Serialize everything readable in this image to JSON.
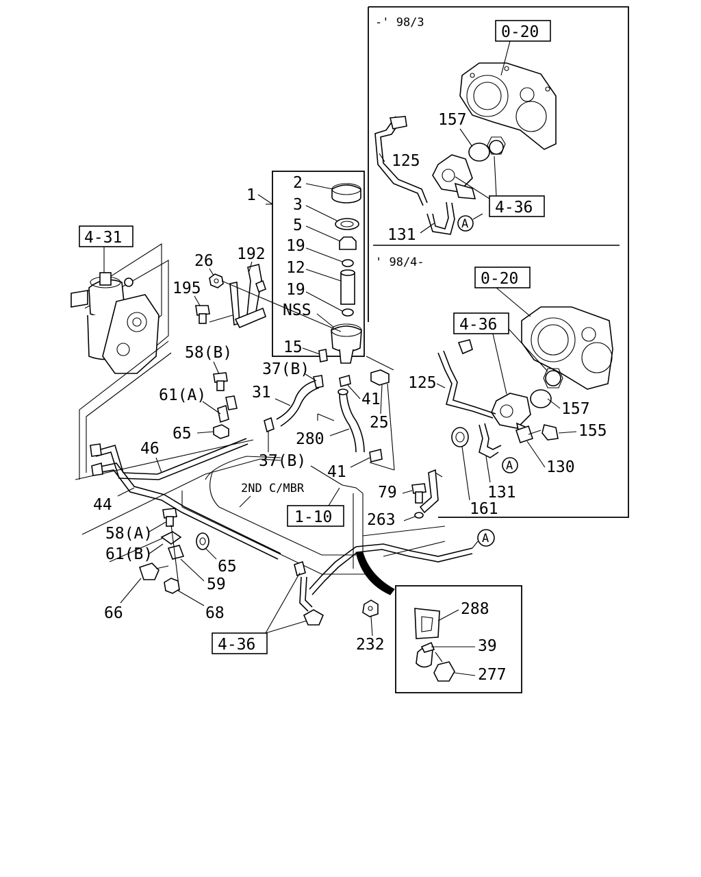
{
  "variants": {
    "early": "-' 98/3",
    "late": "' 98/4-"
  },
  "refs": {
    "r020_top": "0-20",
    "r436_top": "4-36",
    "r431": "4-31",
    "r020_mid": "0-20",
    "r436_mid": "4-36",
    "r110": "1-10",
    "r436_bot": "4-36"
  },
  "callouts": {
    "c1": "1",
    "c2": "2",
    "c3": "3",
    "c5": "5",
    "c19a": "19",
    "c12": "12",
    "c19b": "19",
    "cNSS": "NSS",
    "c15": "15",
    "c26": "26",
    "c192": "192",
    "c195": "195",
    "c58b": "58(B)",
    "c37b_a": "37(B)",
    "c31": "31",
    "c41_a": "41",
    "c25": "25",
    "c61a": "61(A)",
    "c65_a": "65",
    "c46": "46",
    "c280": "280",
    "c37b_b": "37(B)",
    "c41_b": "41",
    "c44": "44",
    "c2nd": "2ND C/MBR",
    "c58a": "58(A)",
    "c61b": "61(B)",
    "c65_b": "65",
    "c59": "59",
    "c66": "66",
    "c68": "68",
    "c79": "79",
    "c263": "263",
    "c232": "232",
    "c157_top": "157",
    "c125_top": "125",
    "c131_top": "131",
    "c125_mid": "125",
    "c157_mid": "157",
    "c155": "155",
    "c130": "130",
    "c131_mid": "131",
    "c161": "161",
    "c288": "288",
    "c39": "39",
    "c277": "277"
  },
  "markers": {
    "a1": "A",
    "a2": "A",
    "a3": "A"
  }
}
